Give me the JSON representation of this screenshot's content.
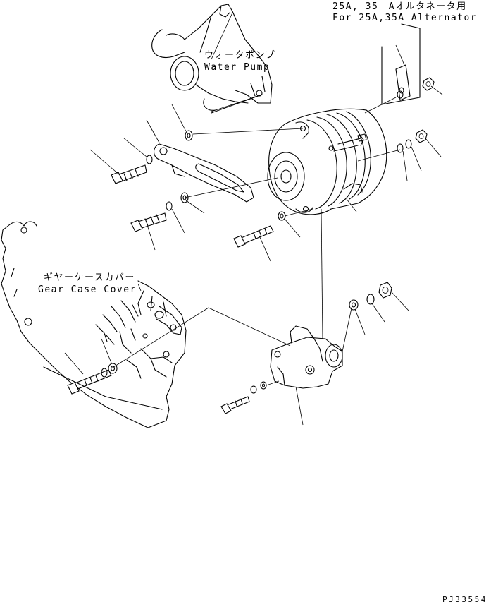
{
  "labels": {
    "alternator_note_jp": "25A, 35　Aオルタネータ用",
    "alternator_note_en": "For 25A,35A Alternator",
    "water_pump_jp": "ウォータポンプ",
    "water_pump_en": "Water Pump",
    "gear_case_cover_jp": "ギヤーケースカバー",
    "gear_case_cover_en": "Gear Case Cover",
    "drawing_code": "PJ33554"
  }
}
